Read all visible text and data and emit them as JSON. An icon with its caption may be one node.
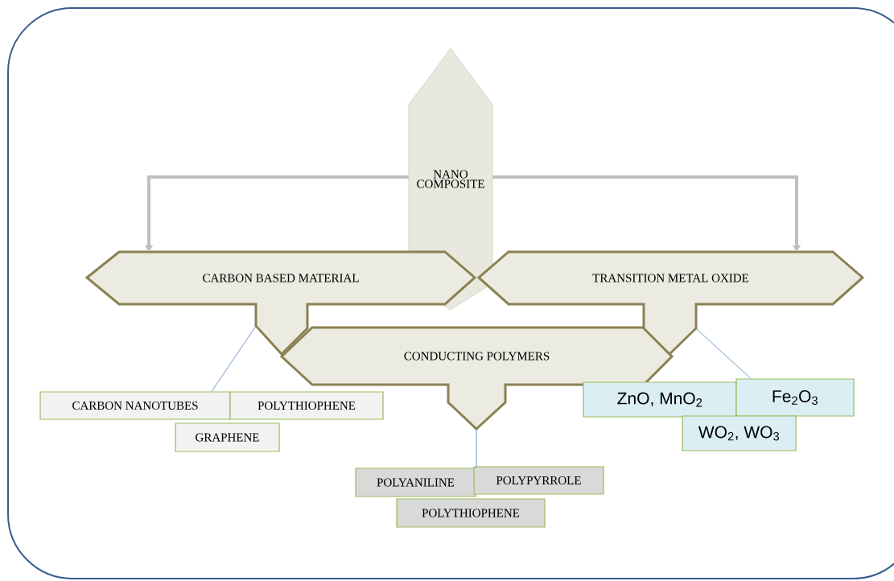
{
  "diagram": {
    "nodes": [
      {
        "text": [
          "NANO COMPOSITE"
        ]
      },
      {
        "text": [
          "CARBON BASED MATERIAL"
        ]
      },
      {
        "text": [
          "TRANSITION METAL OXIDE"
        ]
      },
      {
        "text": [
          "CONDUCTING POLYMERS"
        ]
      },
      {
        "text": [
          "CARBON NANOTUBES"
        ]
      },
      {
        "text": [
          "POLYTHIOPHENE"
        ]
      },
      {
        "text": [
          "GRAPHENE"
        ]
      },
      {
        "text": [
          "ZnO, MnO$_{2}$"
        ]
      },
      {
        "text": [
          "Fe$_{2}$O$_{3}$"
        ]
      },
      {
        "text": [
          "WO$_{2}$, WO$_{3}$"
        ]
      },
      {
        "text": [
          "POLYANILINE"
        ]
      },
      {
        "text": [
          "POLYPYRROLE"
        ]
      },
      {
        "text": [
          "POLYTHIOPHENE"
        ]
      }
    ],
    "edges": [
      {
        "from": 0,
        "to": 1,
        "arrow": "to",
        "style": "thick",
        "color": "#bfbfbf"
      },
      {
        "from": 0,
        "to": 2,
        "arrow": "to",
        "style": "thick",
        "color": "#bfbfbf"
      },
      {
        "from": 1,
        "to": 4,
        "arrow": "none"
      },
      {
        "from": 2,
        "to": 8,
        "arrow": "none"
      },
      {
        "from": 3,
        "to": 10,
        "arrow": "none"
      }
    ]
  }
}
